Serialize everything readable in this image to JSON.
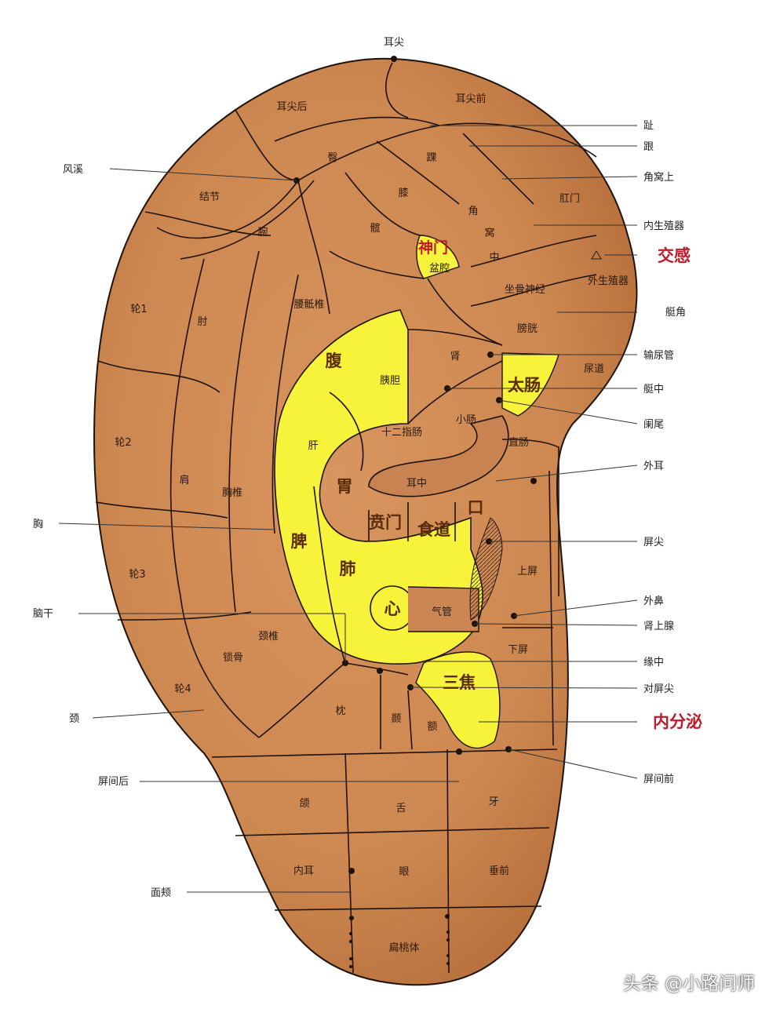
{
  "top_label": "耳尖",
  "left_labels": [
    "风溪",
    "胸",
    "脑干",
    "颈",
    "屏间后",
    "面颊"
  ],
  "right_labels": [
    "趾",
    "跟",
    "角窝上",
    "内生殖器",
    "输尿管",
    "艇中",
    "阑尾",
    "外耳",
    "屏尖",
    "外鼻",
    "肾上腺",
    "缘中",
    "对屏尖",
    "屏间前"
  ],
  "right_red_labels": [
    "交感",
    "内分泌"
  ],
  "right_extra": [
    "艇角"
  ],
  "inner_small": [
    "耳尖后",
    "耳尖前",
    "结节",
    "腕",
    "轮1",
    "轮2",
    "肘",
    "肩",
    "轮3",
    "锁骨",
    "轮4",
    "颈椎",
    "胸椎",
    "腰骶椎",
    "臀",
    "膝",
    "髋",
    "踝",
    "肛门",
    "角",
    "窝",
    "中",
    "坐骨神经",
    "外生殖器",
    "膀胱",
    "肾",
    "胰胆",
    "尿道",
    "小肠",
    "十二指肠",
    "直肠",
    "肝",
    "耳中",
    "上屏",
    "气管",
    "下屏",
    "枕",
    "颞",
    "额",
    "颌",
    "舌",
    "牙",
    "内耳",
    "眼",
    "垂前",
    "扁桃体",
    "盆腔"
  ],
  "inner_big": [
    "腹",
    "胃",
    "脾",
    "肺",
    "贲门",
    "食道",
    "口",
    "心",
    "太肠",
    "三焦"
  ],
  "inner_red": [
    "神门"
  ],
  "watermark": "头条 @小路问师",
  "colors": {
    "skin": "#cf8a55",
    "skin_dark": "#b96e3c",
    "yellow": "#f7f23a",
    "line": "#1e130b",
    "red": "#c01a2a"
  }
}
